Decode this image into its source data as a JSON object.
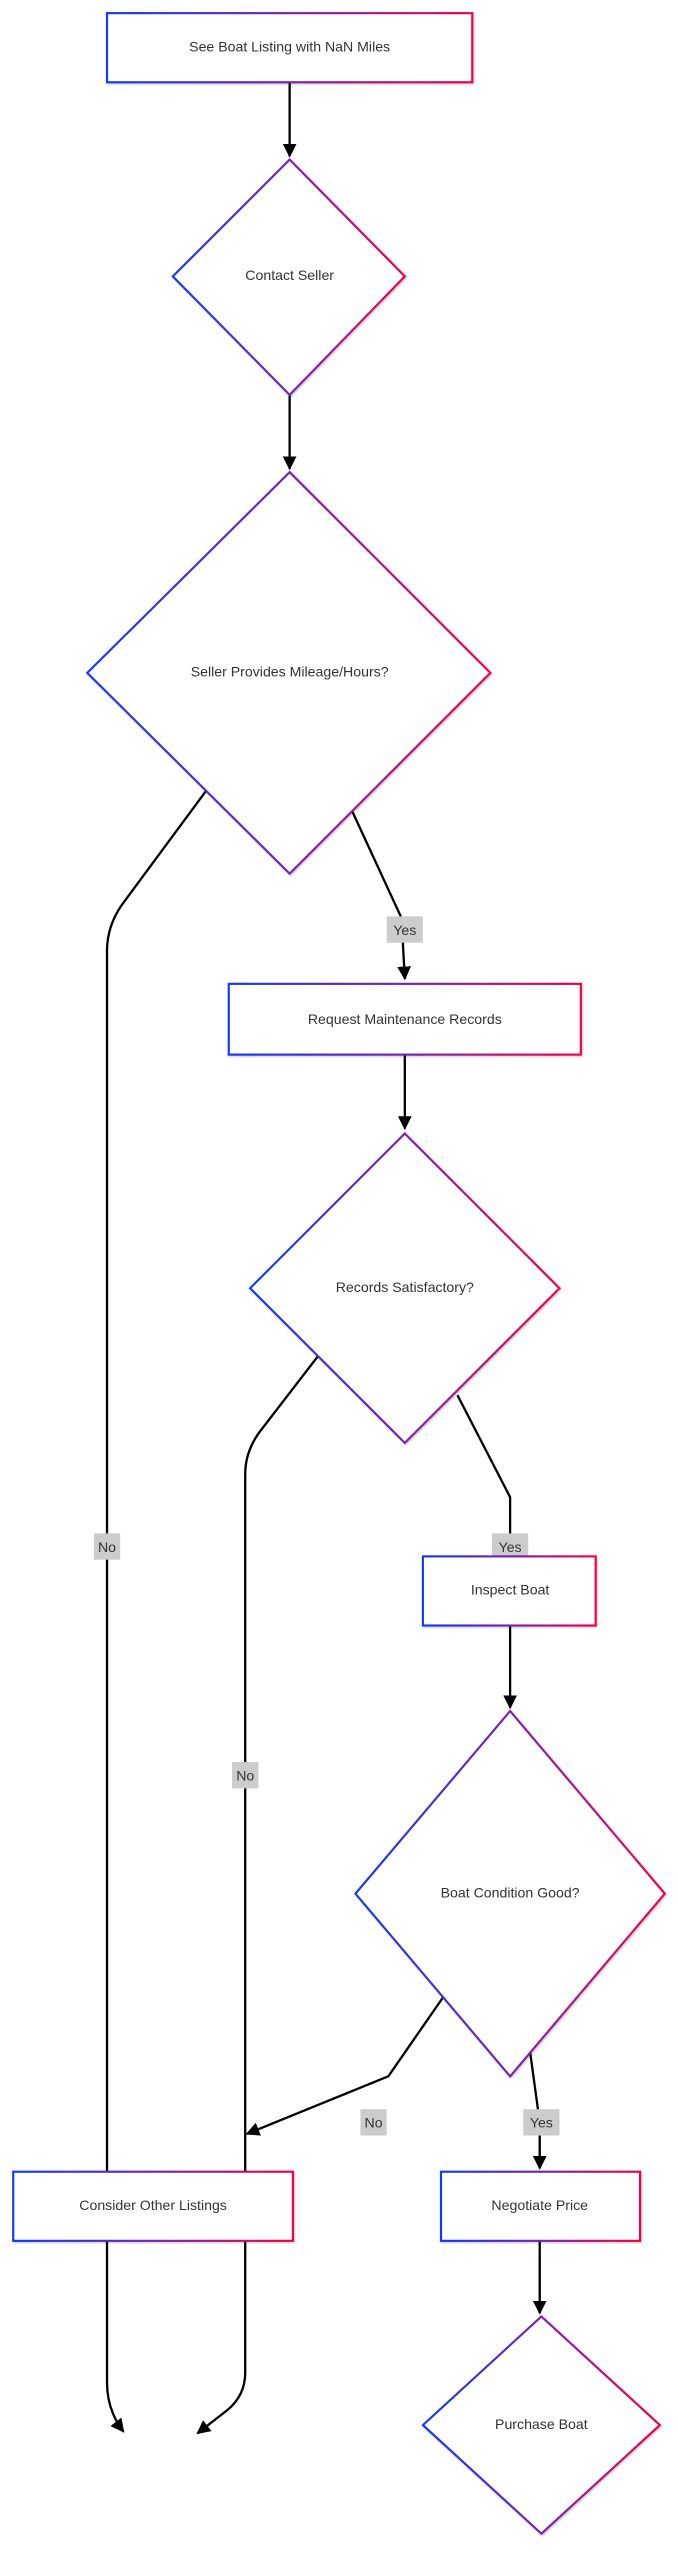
{
  "nodes": {
    "start": "See Boat Listing with NaN Miles",
    "contact": "Contact Seller",
    "provides": "Seller Provides Mileage/Hours?",
    "request": "Request Maintenance Records",
    "records": "Records Satisfactory?",
    "inspect": "Inspect Boat",
    "condition": "Boat Condition Good?",
    "consider": "Consider Other Listings",
    "negotiate": "Negotiate Price",
    "purchase": "Purchase Boat"
  },
  "edges": {
    "provides_no": "No",
    "provides_yes": "Yes",
    "records_no": "No",
    "records_yes": "Yes",
    "condition_no": "No",
    "condition_yes": "Yes"
  },
  "colors": {
    "gradient_start": "#1238f5",
    "gradient_mid": "#7a22b0",
    "gradient_end": "#f0004a"
  }
}
